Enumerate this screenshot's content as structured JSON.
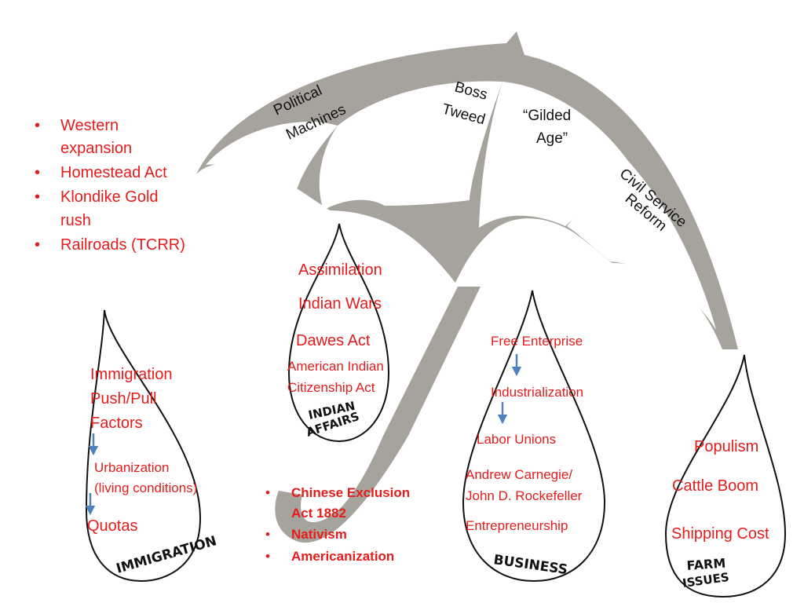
{
  "colors": {
    "accent_red": "#e41c1c",
    "umbrella_gray": "#a6a39d",
    "arrow_blue": "#4f81bd",
    "outline": "#111111"
  },
  "umbrella": {
    "panels": {
      "political": [
        "Political",
        "Machines"
      ],
      "boss": [
        "Boss",
        "Tweed"
      ],
      "gilded": [
        "“Gilded",
        "Age”"
      ],
      "civil": [
        "Civil Service",
        "Reform"
      ]
    }
  },
  "west_list": {
    "items": [
      "Western",
      "expansion",
      "Homestead Act",
      "Klondike Gold",
      "rush",
      "Railroads (TCRR)"
    ],
    "bullet": "•"
  },
  "indian_drop": {
    "label_top": "INDIAN",
    "label_bottom": "AFFAIRS",
    "items": [
      "Assimilation",
      "Indian Wars",
      "Dawes Act",
      "American Indian",
      "Citizenship Act"
    ]
  },
  "immigration_drop": {
    "label": "IMMIGRATION",
    "items": [
      "Immigration",
      "Push/Pull",
      "Factors",
      "Urbanization",
      "(living conditions)",
      "Quotas"
    ]
  },
  "business_drop": {
    "label": "BUSINESS",
    "items": [
      "Free Enterprise",
      "Industrialization",
      "Labor Unions",
      "Andrew Carnegie/",
      "John D. Rockefeller",
      "Entrepreneurship"
    ]
  },
  "farm_drop": {
    "label_top": "FARM",
    "label_bottom": "ISSUES",
    "items": [
      "Populism",
      "Cattle Boom",
      "Shipping Cost"
    ]
  },
  "bottom_list": {
    "items": [
      "Chinese Exclusion",
      "Act 1882",
      "Nativism",
      "Americanization"
    ],
    "bullet": "•"
  }
}
